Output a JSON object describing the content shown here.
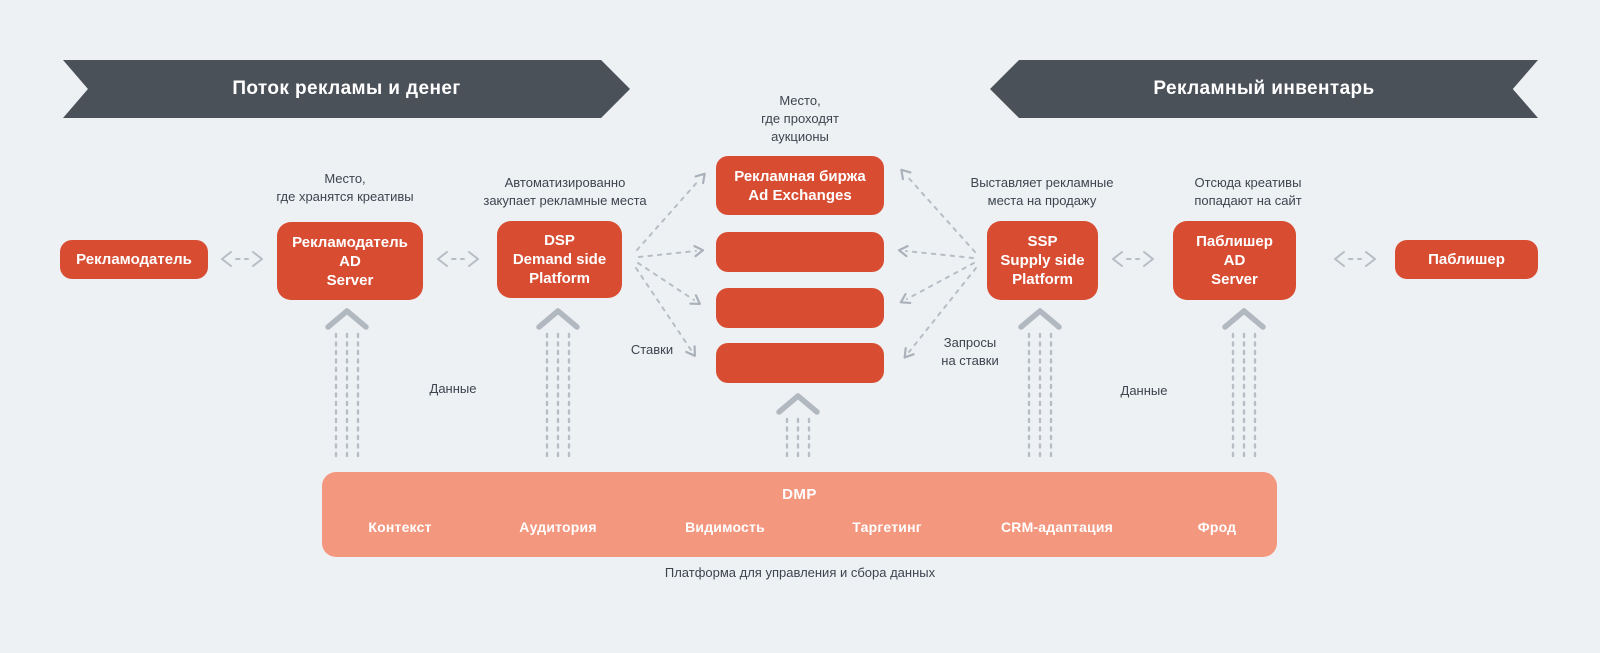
{
  "colors": {
    "background": "#eef1f4",
    "banner": "#4b5159",
    "node_red": "#d84c32",
    "dmp_pink": "#f4977f",
    "connector_gray": "#b7bdc5",
    "text_dark": "#3d444e",
    "text_on_fill": "#ffffff"
  },
  "banners": {
    "left": "Поток рекламы и денег",
    "right": "Рекламный инвентарь"
  },
  "nodes": {
    "advertiser": {
      "label": "Рекламодатель"
    },
    "advertiser_ad_server": {
      "label": "Рекламодатель\nAD\nServer"
    },
    "dsp": {
      "label": "DSP\nDemand side\nPlatform"
    },
    "ad_exchange": {
      "label": "Рекламная биржа\nAd Exchanges"
    },
    "exchange_slot_2": {
      "label": ""
    },
    "exchange_slot_3": {
      "label": ""
    },
    "exchange_slot_4": {
      "label": ""
    },
    "ssp": {
      "label": "SSP\nSupply side\nPlatform"
    },
    "publisher_ad_server": {
      "label": "Паблишер\nAD\nServer"
    },
    "publisher": {
      "label": "Паблишер"
    }
  },
  "annotations": {
    "creatives_storage": "Место,\nгде хранятся креативы",
    "auto_buying": "Автоматизированно\nзакупает рекламные места",
    "auction_place": "Место,\nгде проходят\nаукционы",
    "sell_placements": "Выставляет рекламные\nместа на продажу",
    "creatives_to_site": "Отсюда креативы\nпопадают на сайт",
    "bids": "Ставки",
    "bid_requests": "Запросы\nна ставки",
    "data_left": "Данные",
    "data_right": "Данные"
  },
  "dmp": {
    "title": "DMP",
    "items": [
      "Контекст",
      "Аудитория",
      "Видимость",
      "Таргетинг",
      "CRM-адаптация",
      "Фрод"
    ],
    "caption": "Платформа для управления и сбора данных"
  }
}
